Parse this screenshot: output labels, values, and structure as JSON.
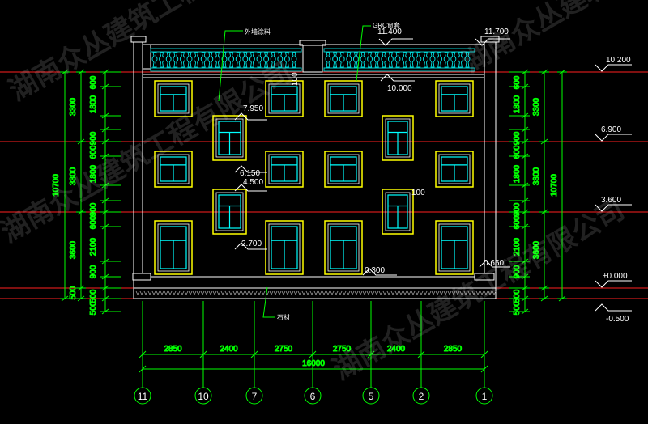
{
  "labels": {
    "exterior_paint": "外墙涂料",
    "grc": "GRC窗套",
    "stone": "石材"
  },
  "levels": {
    "top_right": "11.700",
    "top_left": "11.400",
    "roof": "10.200",
    "parapet_base": "10.000",
    "third_floor": "6.900",
    "second_floor": "3.600",
    "ground": "±0.000",
    "outdoor": "-0.500",
    "sill_upper_top": "7.950",
    "sill_upper_bottom": "6.150",
    "sill_lower_top": "4.500",
    "sill_lower_bottom": "2.700",
    "base_300": "0.300",
    "base_650": "0.650",
    "dim_100_a": "100",
    "dim_100_b": "100"
  },
  "vertical_dims": {
    "inner": [
      "600",
      "1800",
      "900",
      "600",
      "1800",
      "900",
      "600",
      "2100",
      "900",
      "500",
      "500"
    ],
    "middle": [
      "3300",
      "3300",
      "3600",
      "500"
    ],
    "total": "10700"
  },
  "horizontal_dims": {
    "bays": [
      "2850",
      "2400",
      "2750",
      "2750",
      "2400",
      "2850"
    ],
    "total": "16000"
  },
  "axes": [
    "11",
    "10",
    "7",
    "6",
    "5",
    "2",
    "1"
  ],
  "watermark": [
    "湖南众丛建筑工程有限公司",
    "湖南众丛建筑工程有限公司",
    "湖南众丛建筑工程有限公司",
    "湖南众丛建筑工"
  ],
  "colors": {
    "background": "#000000",
    "walls": "#ffffff",
    "dims": "#00ff00",
    "level_lines": "#ff2020",
    "windows_frame": "#ffff00",
    "window_glass": "#00ffff",
    "balustrade": "#00c8c8"
  }
}
